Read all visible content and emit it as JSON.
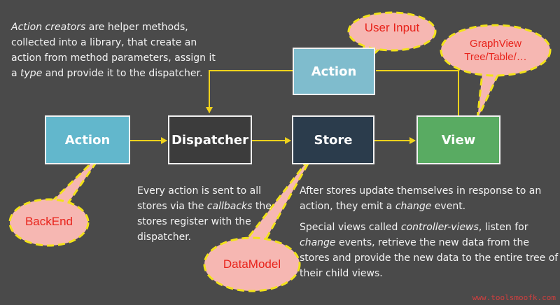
{
  "nodes": {
    "action_left": "Action",
    "dispatcher": "Dispatcher",
    "store": "Store",
    "view": "View",
    "action_top": "Action"
  },
  "captions": {
    "creators": {
      "emph1": "Action creators",
      "t1": " are helper methods, collected into a library, that create an action from method parameters, assign it a ",
      "emph2": "type",
      "t2": " and provide it to the dispatcher."
    },
    "dispatch": {
      "t1": "Every action is sent to all stores via the ",
      "emph1": "callbacks",
      "t2": " the stores register with the dispatcher."
    },
    "store_update": {
      "t1": "After stores update themselves in response to an action, they emit a ",
      "emph1": "change",
      "t2": " event."
    },
    "controller_views": {
      "t1": "Special views called ",
      "emph1": "controller-views",
      "t2": ", listen for ",
      "emph2": "change",
      "t3": " events, retrieve the new data from the stores and provide the new data to the entire tree of their child views."
    }
  },
  "callouts": {
    "user_input": "User Input",
    "graphview_line1": "GraphView",
    "graphview_line2": "Tree/Table/…",
    "backend": "BackEnd",
    "datamodel": "DataModel"
  },
  "colors": {
    "background": "#4a4a4a",
    "action": "#62b7cc",
    "action_top": "#7fbccd",
    "dispatcher": "#3c3c3c",
    "store": "#2b3c4c",
    "view": "#59ab62",
    "arrow": "#f0d21c",
    "callout_fill": "#f6b7b2",
    "callout_border": "#f2e21a",
    "callout_text": "#e8231b"
  },
  "watermark": "www.toolsmoofk.com"
}
